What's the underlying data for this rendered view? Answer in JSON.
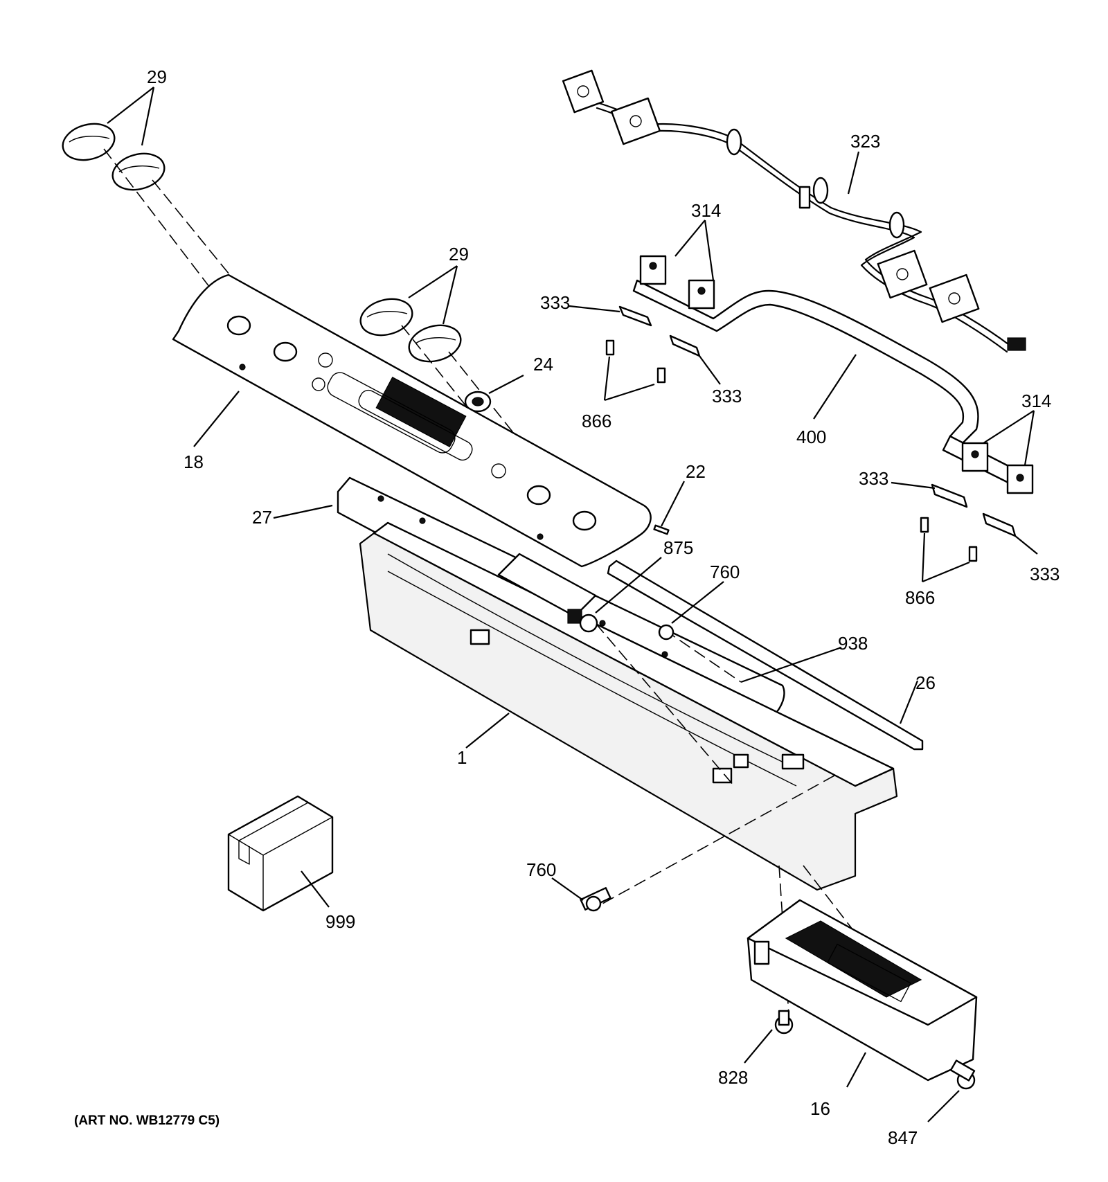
{
  "art_number": "(ART NO. WB12779 C5)",
  "callouts": {
    "c29_left": "29",
    "c29_center": "29",
    "c323": "323",
    "c314_top": "314",
    "c314_right": "314",
    "c333_a": "333",
    "c333_b": "333",
    "c333_c": "333",
    "c333_d": "333",
    "c866_left": "866",
    "c866_right": "866",
    "c400": "400",
    "c24": "24",
    "c18": "18",
    "c22": "22",
    "c27": "27",
    "c875": "875",
    "c760_top": "760",
    "c760_bottom": "760",
    "c938": "938",
    "c26": "26",
    "c1": "1",
    "c999": "999",
    "c828": "828",
    "c16": "16",
    "c847": "847"
  }
}
